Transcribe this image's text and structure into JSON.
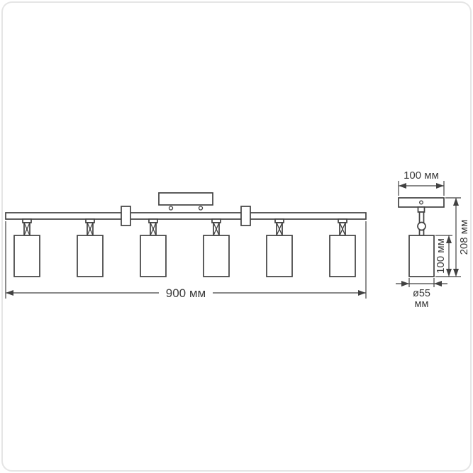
{
  "canvas": {
    "background": "#ffffff",
    "card_border_color": "#e5e5e5",
    "line_color": "#414141",
    "text_color": "#3c3c3c"
  },
  "diagram": {
    "type": "technical-dimension-drawing",
    "subject": "ceiling track light fixture with six cylindrical spot shades, front view and side view",
    "views": {
      "front": {
        "lamp_count": 6,
        "dimensions": {
          "total_width": "900 мм"
        }
      },
      "side": {
        "dimensions": {
          "plate_width": "100 мм",
          "total_height": "208 мм",
          "lamp_height": "100 мм",
          "lamp_diameter_value": "ø55",
          "lamp_diameter_unit": "мм"
        }
      }
    }
  }
}
